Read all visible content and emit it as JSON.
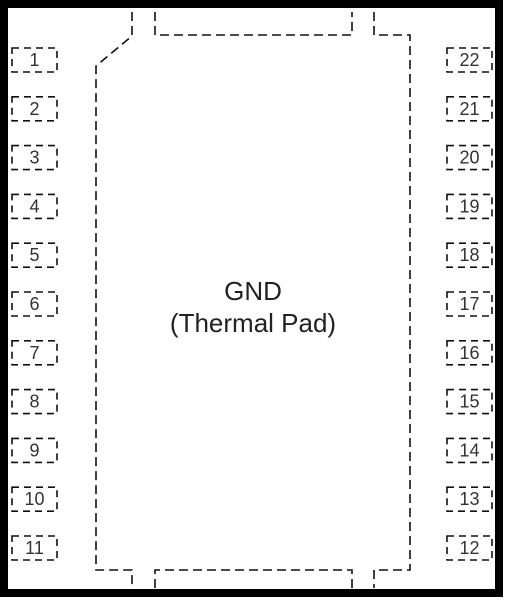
{
  "pad": {
    "line1": "GND",
    "line2": "(Thermal Pad)"
  },
  "pins_left": [
    "1",
    "2",
    "3",
    "4",
    "5",
    "6",
    "7",
    "8",
    "9",
    "10",
    "11"
  ],
  "pins_right": [
    "22",
    "21",
    "20",
    "19",
    "18",
    "17",
    "16",
    "15",
    "14",
    "13",
    "12"
  ],
  "colors": {
    "outline": "#000000",
    "dash": "#111111",
    "text": "#333333"
  }
}
